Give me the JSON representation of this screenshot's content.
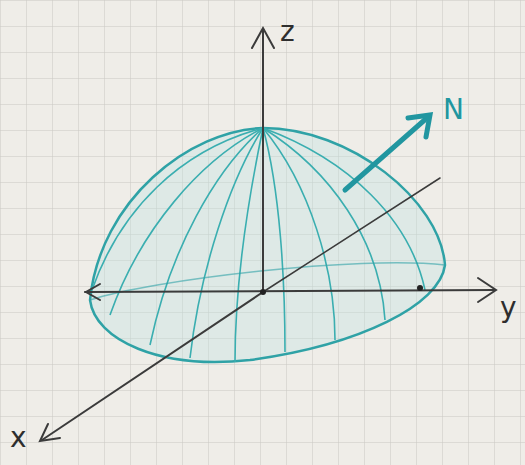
{
  "diagram": {
    "labels": [
      "z",
      "y",
      "x",
      "N"
    ]
  }
}
